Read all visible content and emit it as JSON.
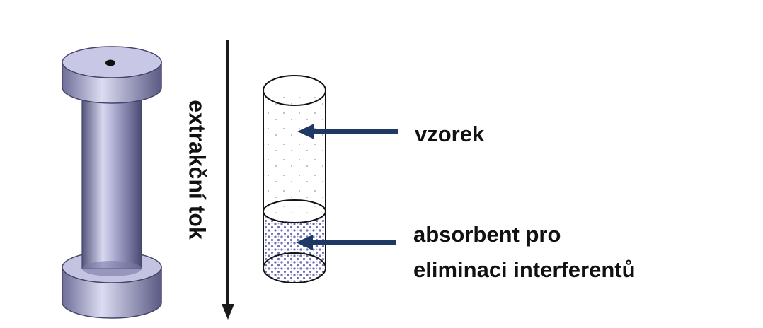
{
  "labels": {
    "flow": "extrakční tok",
    "sample": "vzorek",
    "absorbent_line1": "absorbent pro",
    "absorbent_line2": "eliminaci interferentů"
  },
  "colors": {
    "arrow": "#1f3864",
    "flow_arrow": "#1a1a1a",
    "text": "#111111",
    "column_body": "#9a9ac0",
    "column_cap": "#b8b8dc",
    "absorbent_dots": "#6f6fb0"
  },
  "icons": {
    "column": "spe-column-icon",
    "cartridge": "cartridge-tube-icon"
  }
}
